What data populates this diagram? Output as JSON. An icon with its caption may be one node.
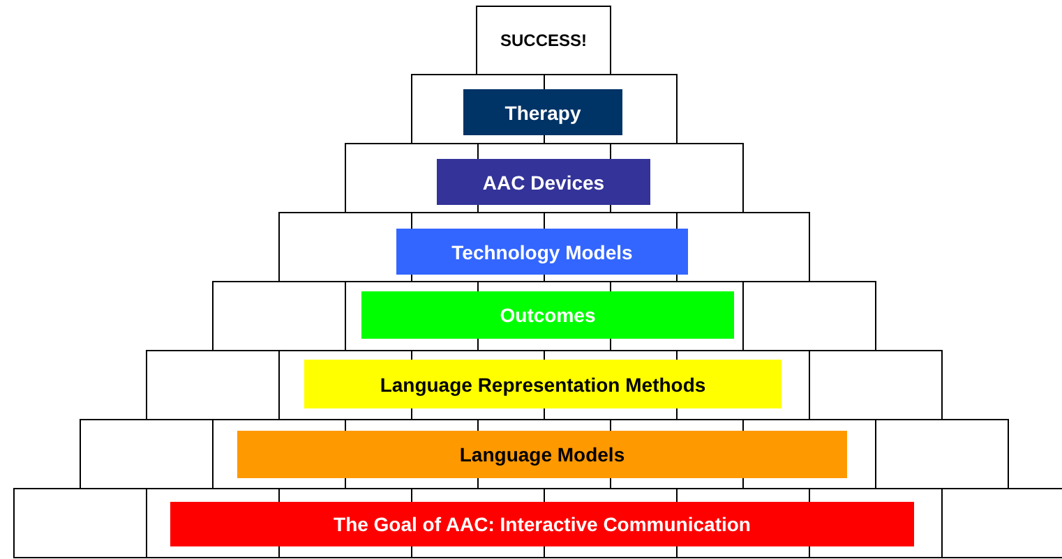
{
  "diagram": {
    "nodes": [
      {
        "text": [
          "SUCCESS!"
        ]
      },
      {
        "text": [
          "Therapy"
        ]
      },
      {
        "text": [
          "AAC Devices"
        ]
      },
      {
        "text": [
          "Technology Models"
        ]
      },
      {
        "text": [
          "Outcomes"
        ]
      },
      {
        "text": [
          "Language Representation Methods"
        ]
      },
      {
        "text": [
          "Language Models"
        ]
      },
      {
        "text": [
          "The Goal of AAC: Interactive Communication"
        ]
      }
    ]
  }
}
